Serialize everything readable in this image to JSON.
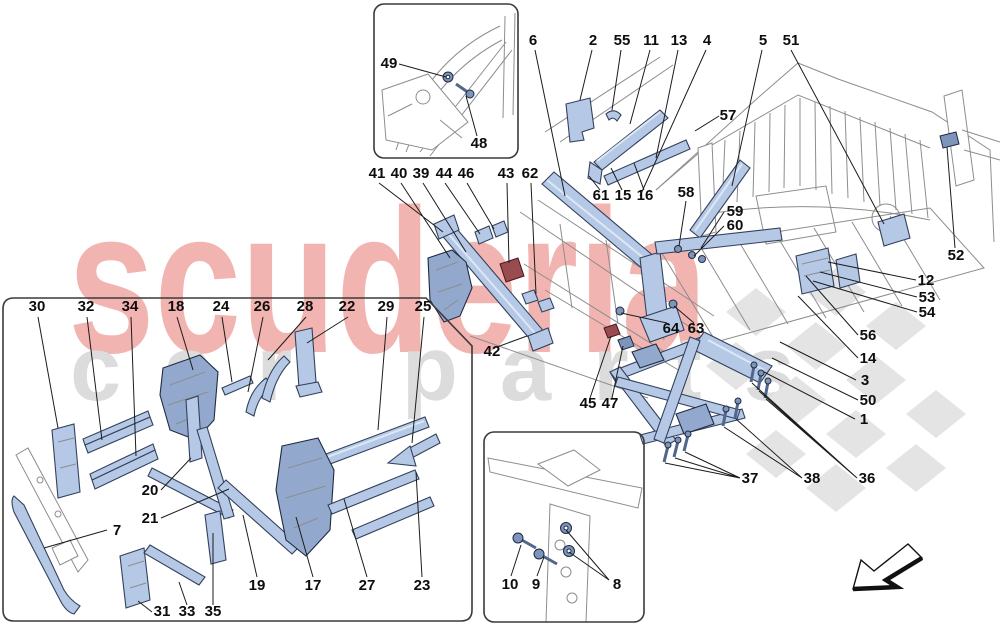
{
  "figure": {
    "type": "exploded-parts-diagram",
    "watermark_line1": "scuderia",
    "watermark_line2": "car parts"
  },
  "colors": {
    "highlight_fill": "#b5c9e6",
    "highlight_stroke": "#33415c",
    "dark_cluster": "#92a9cd",
    "accent_red_watermark": "#f2b4b0",
    "gray_watermark": "#dcdcdc",
    "checker_gray": "#e4e4e4",
    "line_art": "#8d8d8d",
    "label_color": "#0d0d0d"
  },
  "callouts": {
    "n1": "1",
    "n2": "2",
    "n3": "3",
    "n4": "4",
    "n5": "5",
    "n6": "6",
    "n7": "7",
    "n8": "8",
    "n9": "9",
    "n10": "10",
    "n11": "11",
    "n12": "12",
    "n13": "13",
    "n14": "14",
    "n15": "15",
    "n16": "16",
    "n17": "17",
    "n18": "18",
    "n19": "19",
    "n20": "20",
    "n21": "21",
    "n22": "22",
    "n23": "23",
    "n24": "24",
    "n25": "25",
    "n26": "26",
    "n27": "27",
    "n28": "28",
    "n29": "29",
    "n30": "30",
    "n31": "31",
    "n32": "32",
    "n33": "33",
    "n34": "34",
    "n35": "35",
    "n36": "36",
    "n37": "37",
    "n38": "38",
    "n39": "39",
    "n40": "40",
    "n41": "41",
    "n42": "42",
    "n43": "43",
    "n44": "44",
    "n45": "45",
    "n46": "46",
    "n47": "47",
    "n48": "48",
    "n49": "49",
    "n50": "50",
    "n51": "51",
    "n52": "52",
    "n53": "53",
    "n54": "54",
    "n55": "55",
    "n56": "56",
    "n57": "57",
    "n58": "58",
    "n59": "59",
    "n60": "60",
    "n61": "61",
    "n62": "62",
    "n63": "63",
    "n64": "64"
  }
}
